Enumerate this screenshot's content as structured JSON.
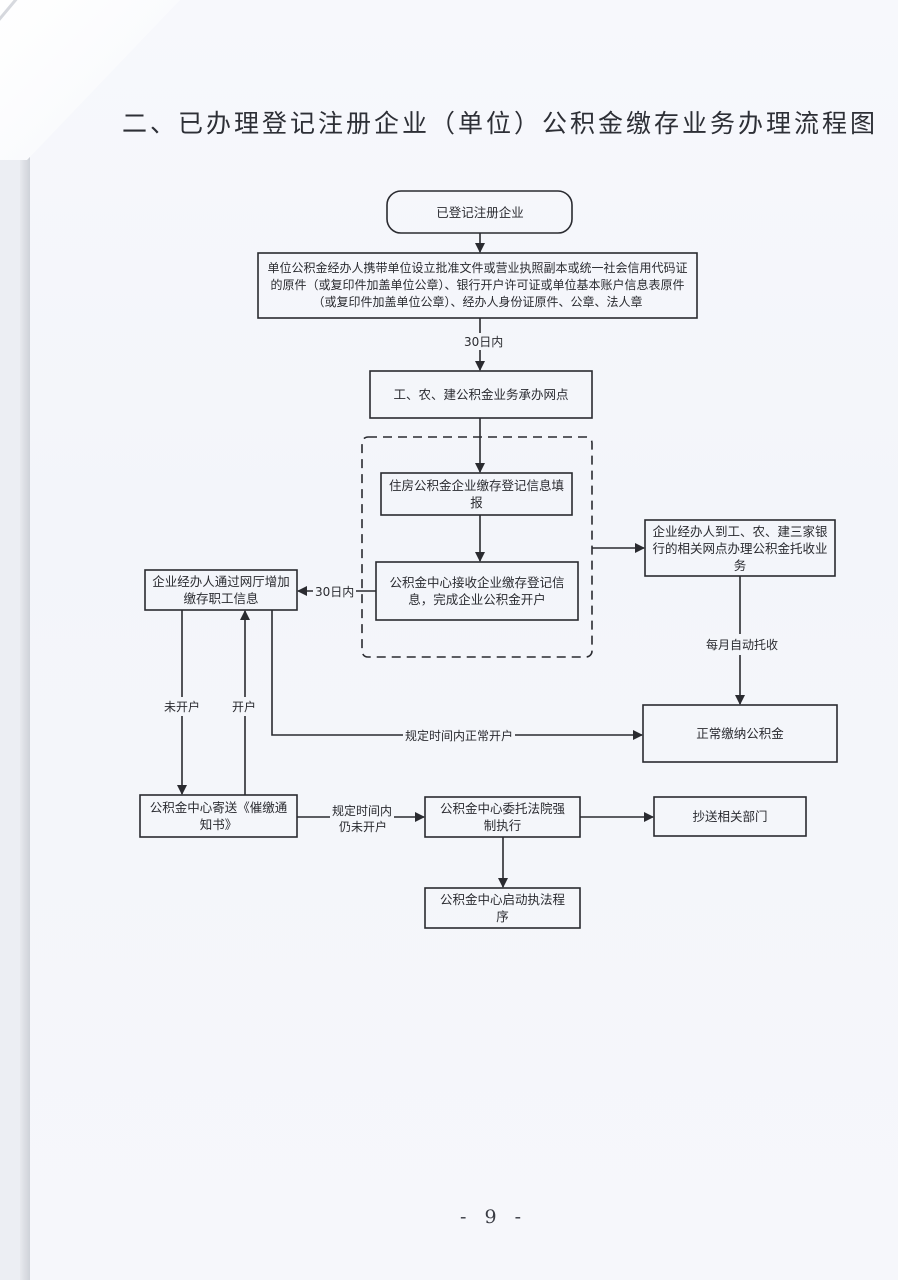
{
  "document": {
    "title": "二、已办理登记注册企业（单位）公积金缴存业务办理流程图",
    "page_number": "- 9 -"
  },
  "flowchart": {
    "nodes": {
      "start": "已登记注册企业",
      "submit_docs": "单位公积金经办人携带单位设立批准文件或营业执照副本或统一社会信用代码证的原件（或复印件加盖单位公章）、银行开户许可证或单位基本账户信息表原件（或复印件加盖单位公章）、经办人身份证原件、公章、法人章",
      "bank_branch": "工、农、建公积金业务承办网点",
      "fill_registration": "住房公积金企业缴存登记信息填报",
      "center_accepts": "公积金中心接收企业缴存登记信息，完成企业公积金开户",
      "add_employees": "企业经办人通过网厅增加缴存职工信息",
      "bank_entrust": "企业经办人到工、农、建三家银行的相关网点办理公积金托收业务",
      "normal_payment": "正常缴纳公积金",
      "send_notice": "公积金中心寄送《催缴通知书》",
      "court_enforce": "公积金中心委托法院强制执行",
      "copy_departments": "抄送相关部门",
      "law_enforcement": "公积金中心启动执法程序"
    },
    "edge_labels": {
      "within_30_days_1": "30日内",
      "within_30_days_2": "30日内",
      "monthly_auto": "每月自动托收",
      "not_opened": "未开户",
      "opened": "开户",
      "normal_open_in_time": "规定时间内正常开户",
      "still_not_opened_line1": "规定时间内",
      "still_not_opened_line2": "仍未开户"
    }
  }
}
